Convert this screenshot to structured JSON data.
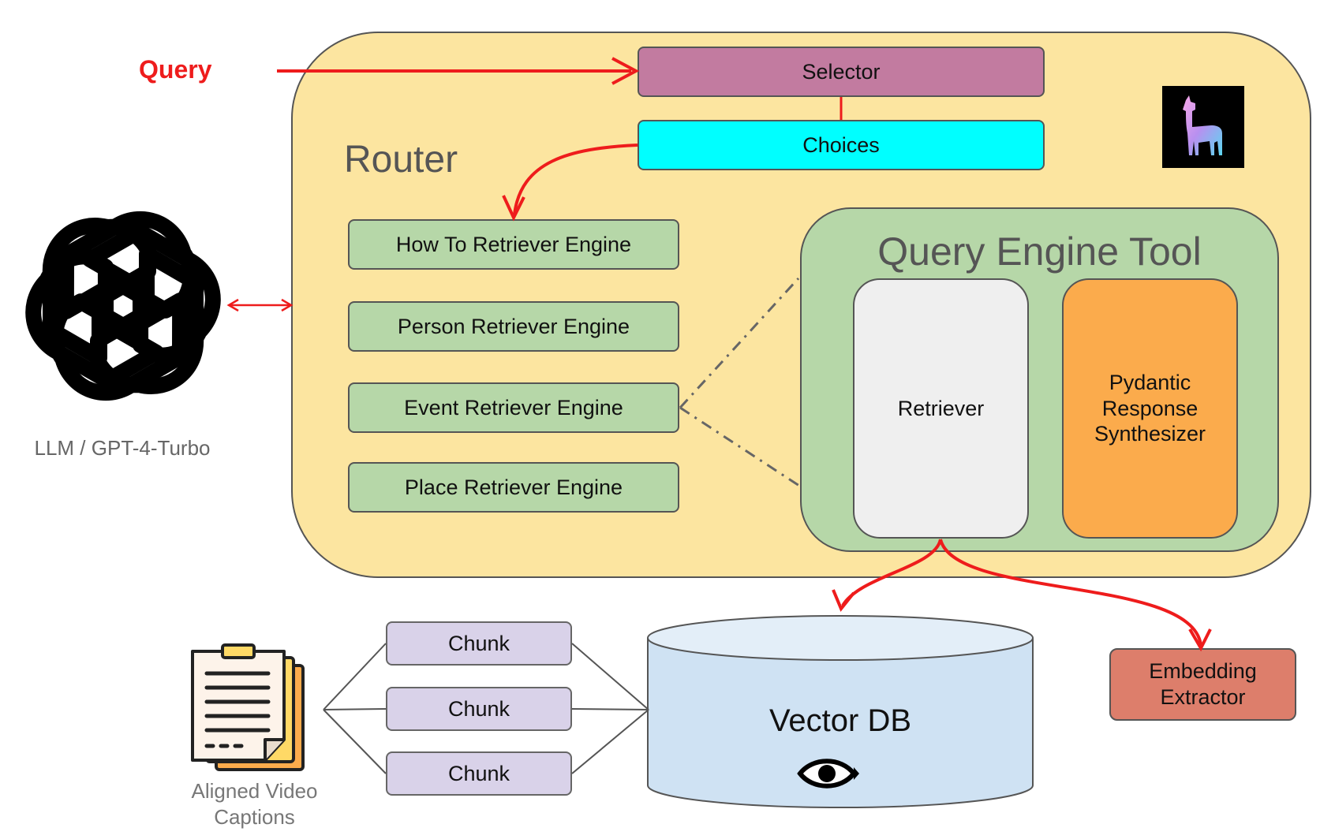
{
  "query": {
    "label": "Query"
  },
  "router": {
    "title": "Router",
    "selector_label": "Selector",
    "choices_label": "Choices",
    "engines": [
      {
        "label": "How To Retriever Engine"
      },
      {
        "label": "Person Retriever Engine"
      },
      {
        "label": "Event Retriever Engine"
      },
      {
        "label": "Place Retriever Engine"
      }
    ]
  },
  "query_engine_tool": {
    "title": "Query Engine Tool",
    "retriever_label": "Retriever",
    "synthesizer_label": "Pydantic Response Synthesizer"
  },
  "llm": {
    "label": "LLM / GPT-4-Turbo",
    "icon": "openai-logo-icon"
  },
  "captions": {
    "label": "Aligned Video Captions",
    "icon": "clipboard-document-icon"
  },
  "chunks": [
    {
      "label": "Chunk"
    },
    {
      "label": "Chunk"
    },
    {
      "label": "Chunk"
    }
  ],
  "vector_db": {
    "label": "Vector DB",
    "icon": "eye-icon"
  },
  "embedding": {
    "label": "Embedding Extractor"
  },
  "logo": {
    "icon": "llama-logo-icon"
  },
  "colors": {
    "router_bg": "#fce5a0",
    "selector": "#c27ba0",
    "choices": "#00ffff",
    "engine": "#b6d7a8",
    "retriever": "#efefef",
    "synthesizer": "#fbab4c",
    "chunk": "#d9d2e9",
    "vector_db": "#cfe2f3",
    "embedding": "#dd7e6b",
    "arrow": "#ee1c1c"
  }
}
